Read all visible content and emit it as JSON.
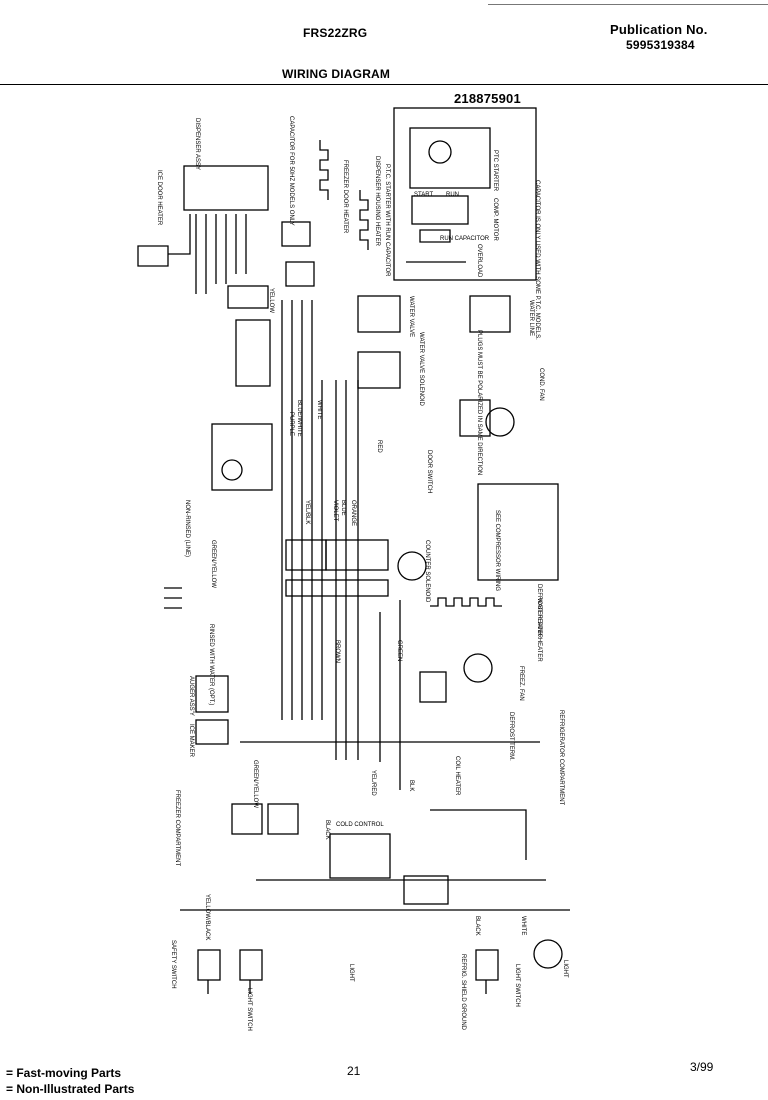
{
  "header": {
    "model": "FRS22ZRG",
    "publication_label": "Publication No.",
    "publication_number": "5995319384",
    "title": "WIRING DIAGRAM",
    "diagram_number": "218875901"
  },
  "footer": {
    "legend_fast": "= Fast-moving Parts",
    "legend_non": "= Non-Illustrated Parts",
    "page": "21",
    "date": "3/99"
  },
  "diagram": {
    "top_labels": [
      "ICE DOOR HEATER",
      "DISPENSER ASSY",
      "CAPACITOR FOR 50HZ MODELS ONLY",
      "FREEZER DOOR HEATER",
      "DISPENSER HOUSING HEATER",
      "P.T.C. STARTER WITH RUN CAPACITOR",
      "RUN CAPACITOR",
      "PTC STARTER",
      "COMP. MOTOR",
      "START",
      "RUN",
      "OVERLOAD",
      "CAPACITOR IS ONLY USED WITH SOME P.T.C. MODELS."
    ],
    "mid_labels": [
      "WATER VALVE",
      "WATER VALVE SOLENOID",
      "WATER LINE",
      "COND. FAN",
      "PLUGS MUST BE POLARIZED IN SAME DIRECTION",
      "DOOR SWITCH",
      "SEE COMPRESSOR WIRING",
      "COUNTER SOLENOID",
      "DEFROST HEATER",
      "DEFROST TERM.",
      "FREEZ. FAN",
      "NON-RINSED (LINE)",
      "GREEN/YELLOW",
      "RINSED WITH WATER (OPT.)",
      "AUGER ASS'Y",
      "ICE MAKER",
      "COLD CONTROL",
      "COIL HEATER",
      "WATER TANK HEATER"
    ],
    "bottom_labels": [
      "FREEZER COMPARTMENT",
      "REFRIGERATOR COMPARTMENT",
      "SAFETY SWITCH",
      "LIGHT SWITCH",
      "LIGHT",
      "REFRIG. SHIELD GROUND",
      "LIGHT SWITCH",
      "LIGHT"
    ],
    "wire_labels": [
      "YELLOW",
      "PURPLE",
      "BLUE/WHITE",
      "WHITE",
      "BLACK",
      "RED",
      "ORANGE",
      "BLUE",
      "GREEN",
      "YEL/RED",
      "YEL/BLK",
      "BLK",
      "VIOLET",
      "BROWN",
      "GREEN/YELLOW",
      "YELLOW/BLACK",
      "WHITE",
      "BLACK"
    ]
  }
}
